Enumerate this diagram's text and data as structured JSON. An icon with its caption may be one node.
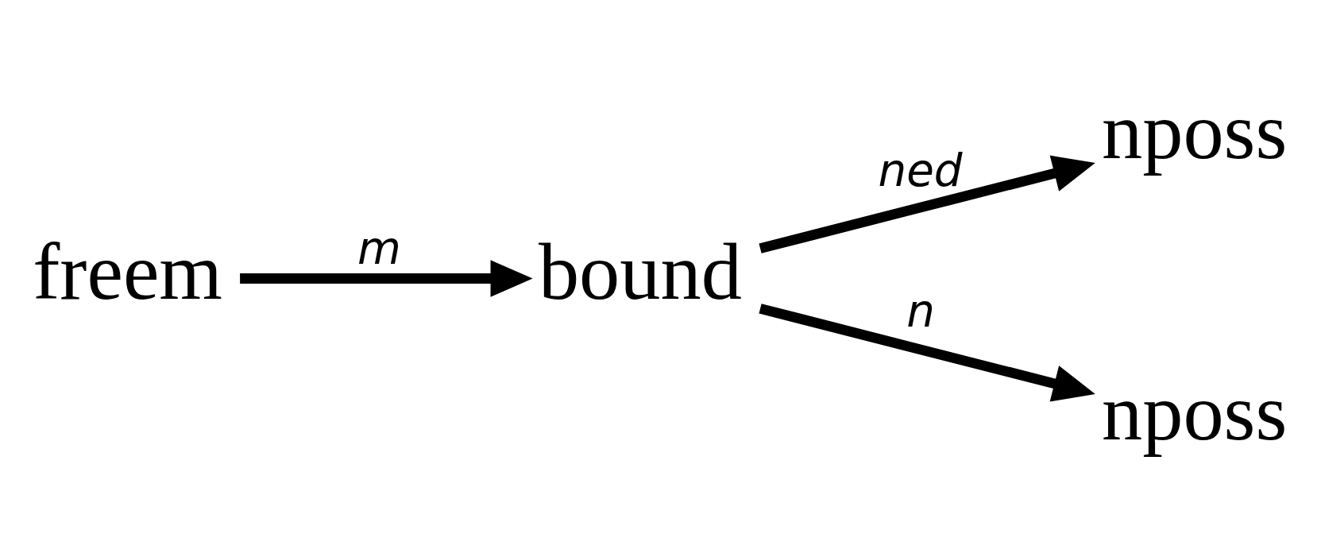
{
  "diagram": {
    "nodes": [
      {
        "text": [
          "freem"
        ]
      },
      {
        "text": [
          "bound"
        ]
      },
      {
        "text": [
          "nposs"
        ]
      },
      {
        "text": [
          "nposs"
        ]
      }
    ],
    "edges": [
      {
        "from": 0,
        "to": 1,
        "arrow": "to",
        "label": "m"
      },
      {
        "from": 1,
        "to": 2,
        "arrow": "to",
        "label": "ned"
      },
      {
        "from": 1,
        "to": 3,
        "arrow": "to",
        "label": "n"
      }
    ]
  }
}
